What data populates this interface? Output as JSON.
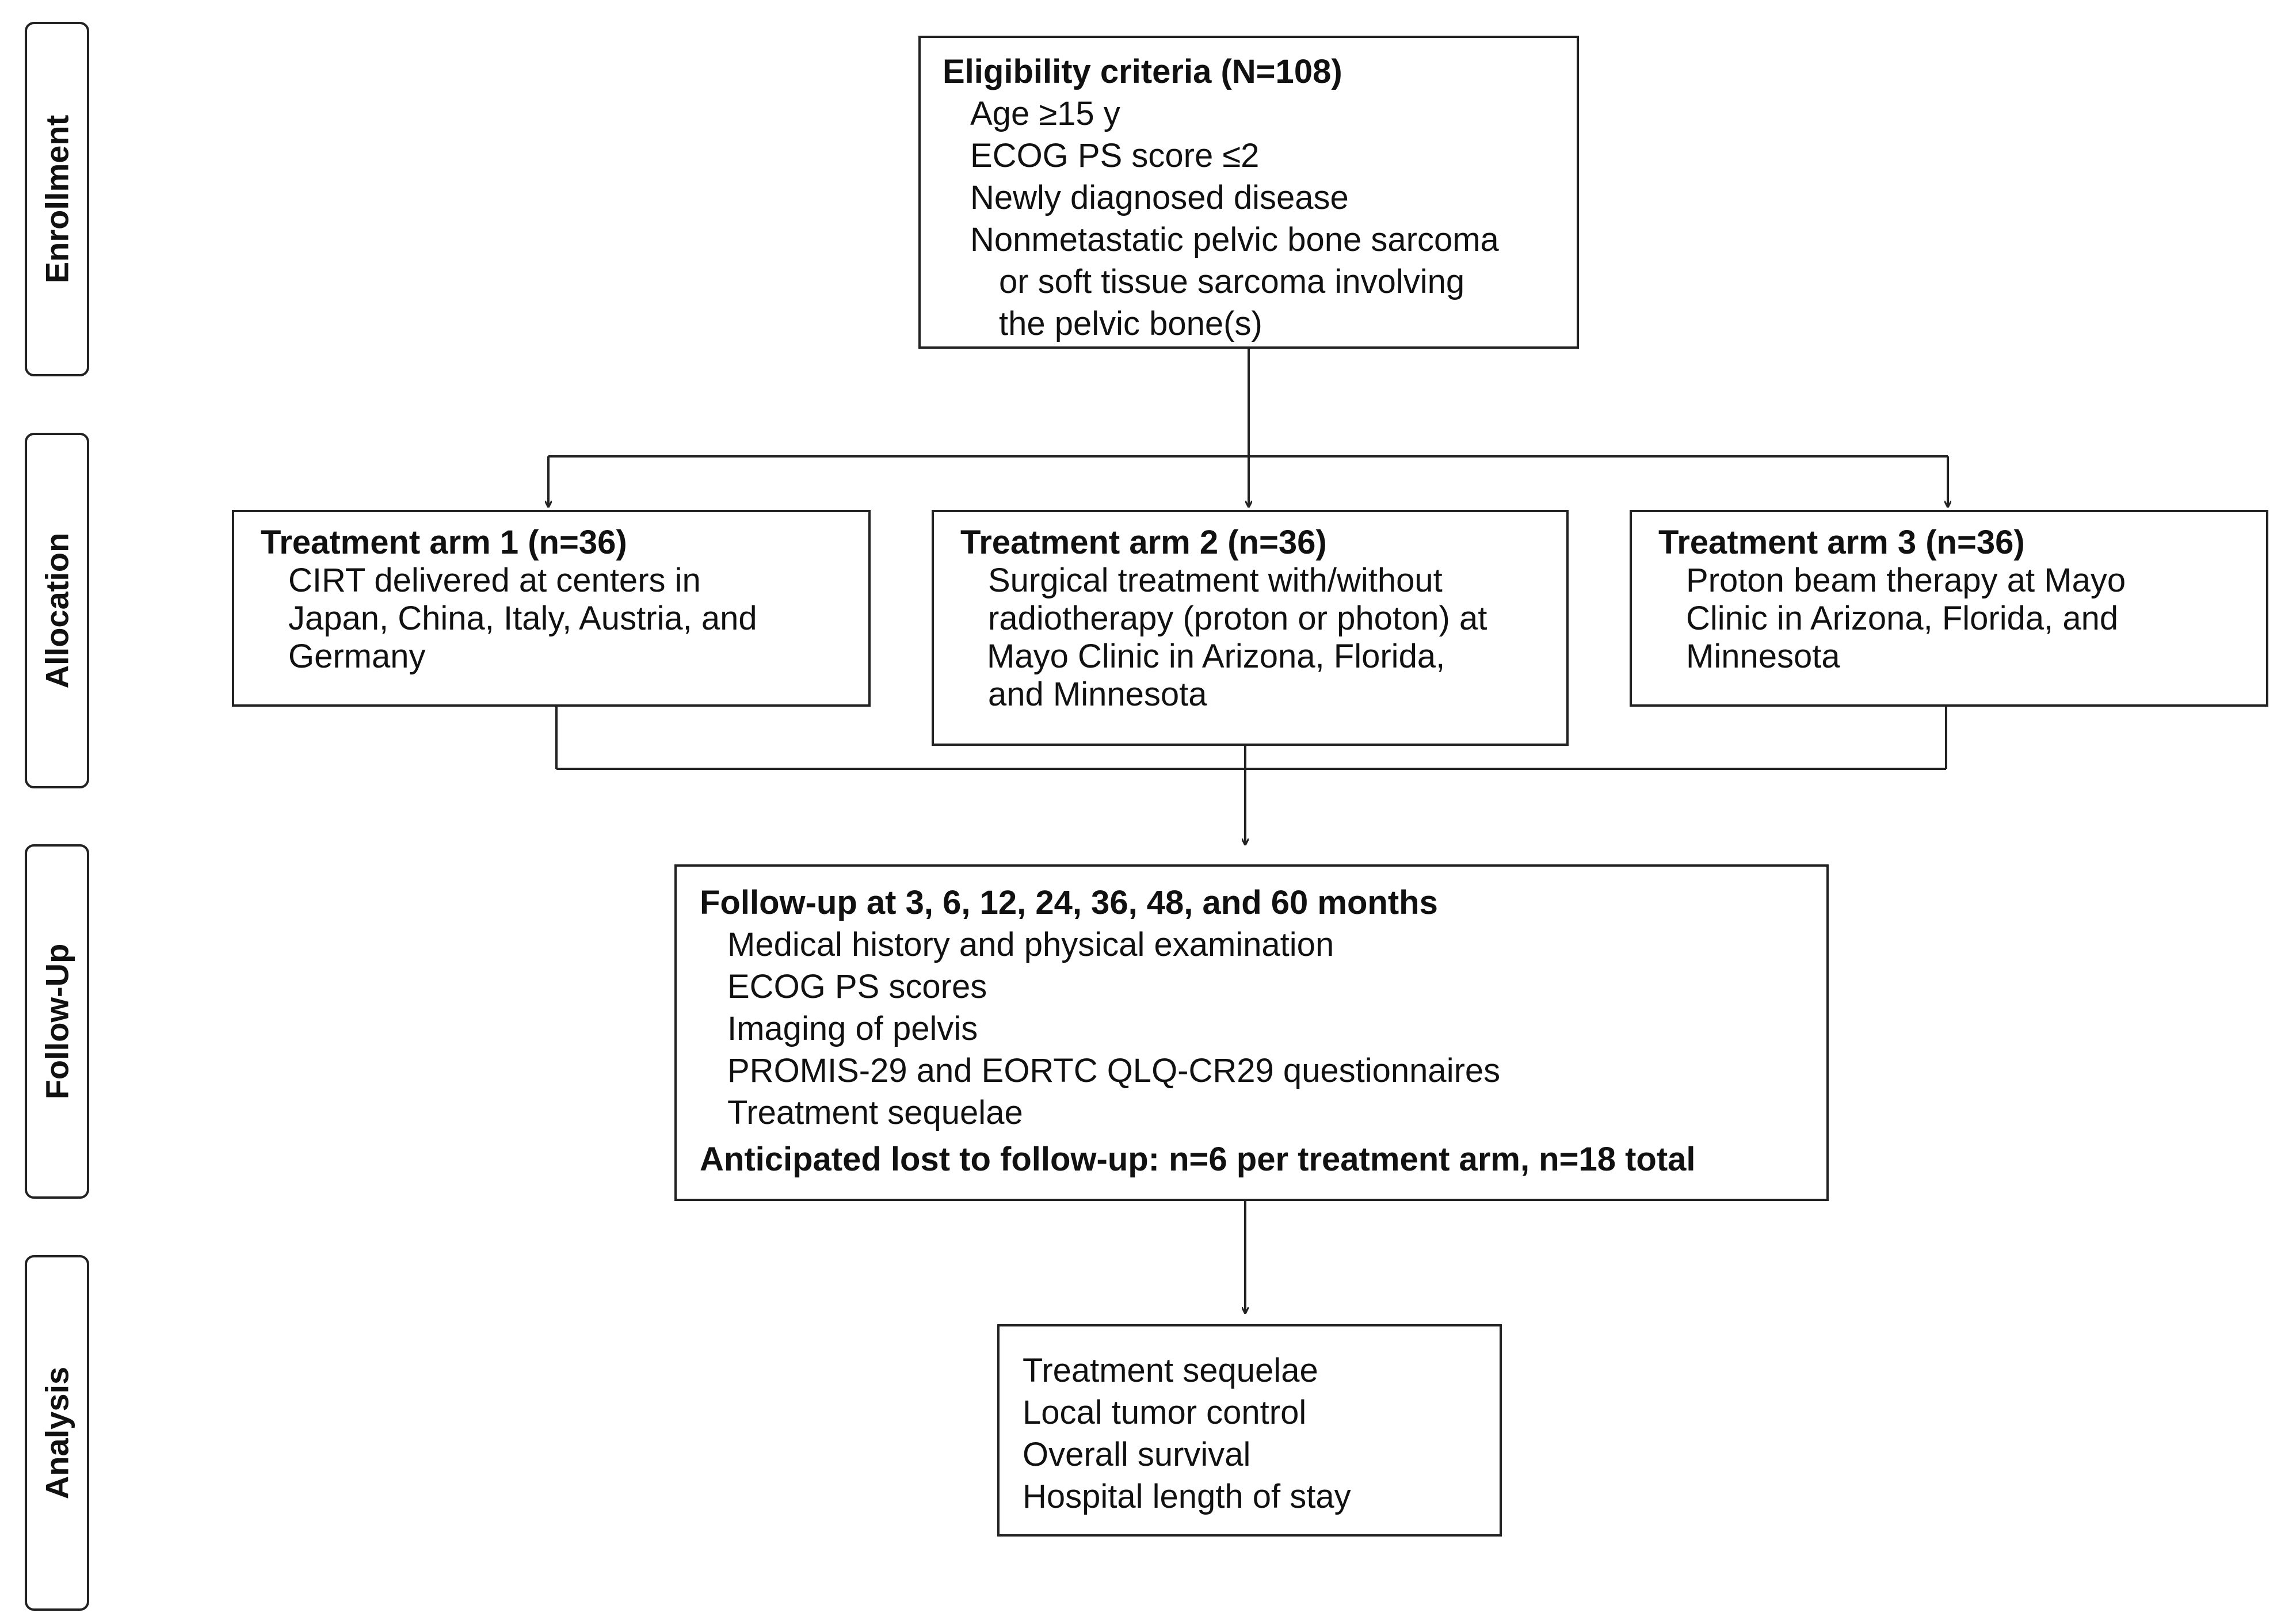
{
  "stages": {
    "enrollment": "Enrollment",
    "allocation": "Allocation",
    "followup": "Follow-Up",
    "analysis": "Analysis"
  },
  "eligibility": {
    "title": "Eligibility criteria (N=108)",
    "items": [
      "Age ≥15 y",
      "ECOG PS score ≤2",
      "Newly diagnosed disease",
      "Nonmetastatic pelvic bone sarcoma"
    ],
    "item4_cont": [
      "or soft tissue sarcoma involving",
      "the pelvic bone(s)"
    ]
  },
  "arms": [
    {
      "title": "Treatment arm 1 (n=36)",
      "lines": [
        "CIRT delivered at centers in",
        "Japan, China, Italy, Austria, and",
        "Germany"
      ]
    },
    {
      "title": "Treatment arm 2 (n=36)",
      "lines": [
        "Surgical treatment with/without",
        "radiotherapy (proton or photon) at",
        "Mayo Clinic in Arizona, Florida,",
        "and Minnesota"
      ]
    },
    {
      "title": "Treatment arm 3 (n=36)",
      "lines": [
        "Proton beam therapy at Mayo",
        "Clinic in Arizona, Florida, and",
        "Minnesota"
      ]
    }
  ],
  "followup": {
    "title": "Follow-up at 3, 6, 12, 24, 36, 48, and 60 months",
    "items": [
      "Medical history and physical examination",
      "ECOG PS scores",
      "Imaging of pelvis",
      "PROMIS-29 and EORTC QLQ-CR29 questionnaires",
      "Treatment sequelae"
    ],
    "footer": "Anticipated lost to follow-up: n=6 per treatment arm, n=18 total"
  },
  "analysis": {
    "items": [
      "Treatment sequelae",
      "Local tumor control",
      "Overall survival",
      "Hospital length of stay"
    ]
  }
}
